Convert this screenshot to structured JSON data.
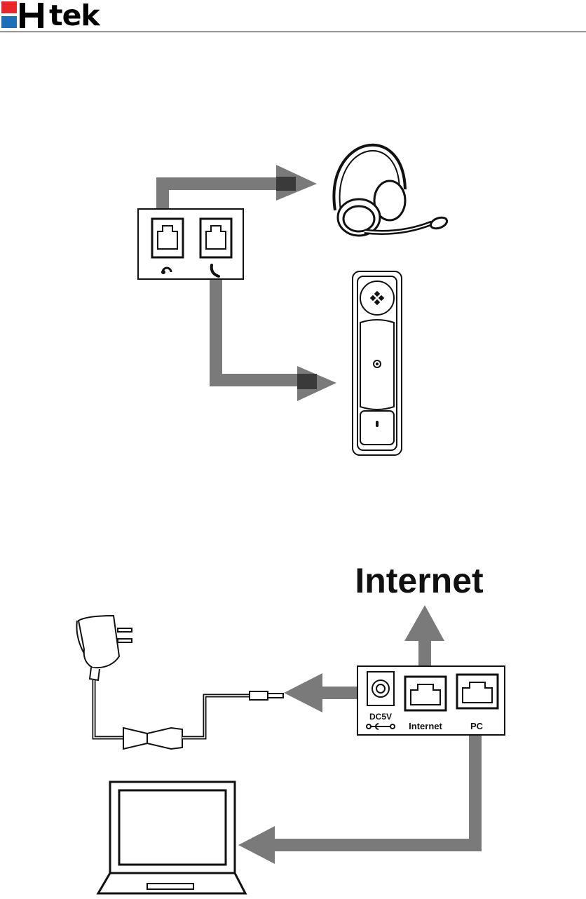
{
  "brand": {
    "logo_text": "tek",
    "colors": {
      "red": "#e8262b",
      "blue": "#1d6fb8",
      "black": "#000000"
    }
  },
  "headset_diagram": {
    "port_icons": [
      "headset-port-icon",
      "handset-port-icon"
    ],
    "devices": [
      "headset-icon",
      "handset-icon"
    ]
  },
  "network_diagram": {
    "internet_label": "Internet",
    "ports": {
      "power": "DC5V",
      "internet": "Internet",
      "pc": "PC"
    },
    "devices": [
      "power-adapter-icon",
      "laptop-icon"
    ]
  },
  "colors": {
    "arrow": "#7a7a7a",
    "arrow_dark": "#3a3a3a",
    "line": "#111111"
  }
}
